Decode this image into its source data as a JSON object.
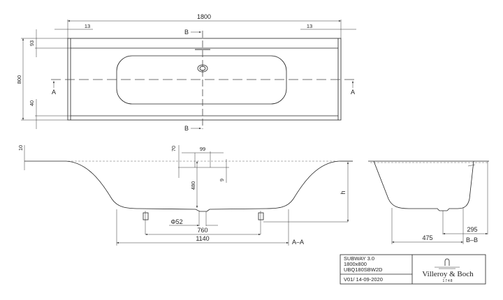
{
  "top_view": {
    "overall_length": "1800",
    "overall_width": "800",
    "rim_left": "13",
    "rim_right": "13",
    "rim_top": "93",
    "rim_bottom": "40",
    "section_a": "A",
    "section_b": "B"
  },
  "section_aa": {
    "label": "A–A",
    "rim_thickness": "10",
    "overflow_height": "70",
    "overflow_offset": "99",
    "overflow_drop": "9",
    "depth": "480",
    "height": "h",
    "drain_diameter": "Φ52",
    "feet_spacing": "760",
    "base_length": "1140"
  },
  "section_bb": {
    "label": "B–B",
    "base_width": "475",
    "drain_offset": "295"
  },
  "title_block": {
    "product": "SUBWAY 3.0",
    "size": "1800x800",
    "code": "UBQ180SBW2D",
    "version": "V01/ 14-09-2020",
    "brand": "Villeroy & Boch",
    "brand_year": "1748"
  }
}
